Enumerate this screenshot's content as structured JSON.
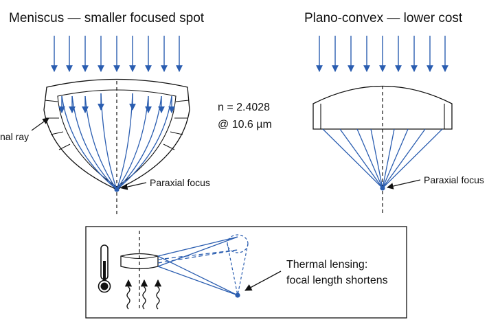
{
  "diagram": {
    "meniscus_title": "Meniscus — smaller focused spot",
    "planoconvex_title": "Plano-convex — lower cost",
    "marginal_ray_label": "nal ray",
    "index_line1": "n = 2.4028",
    "index_line2": "@ 10.6 µm",
    "meniscus_focus_label": "Paraxial focus",
    "planoconvex_focus_label": "Paraxial focus",
    "thermal_line1": "Thermal lensing:",
    "thermal_line2": "focal length shortens",
    "colors": {
      "ray": "#2a5db0",
      "outline": "#111111"
    }
  }
}
